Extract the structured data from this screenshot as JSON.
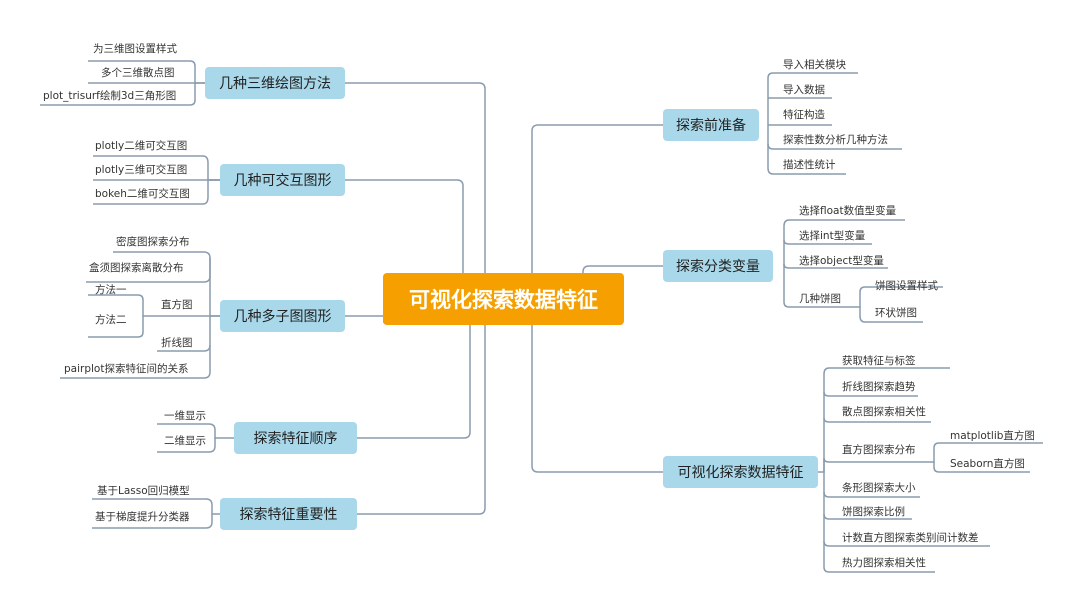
{
  "center": "可视化探索数据特征",
  "left_branches": [
    {
      "label": "几种三维绘图方法",
      "items": [
        "为三维图设置样式",
        "多个三维散点图",
        "plot_trisurf绘制3d三角形图"
      ]
    },
    {
      "label": "几种可交互图形",
      "items": [
        "plotly二维可交互图",
        "plotly三维可交互图",
        "bokeh二维可交互图"
      ]
    },
    {
      "label": "几种多子图图形",
      "items": [
        "密度图探索分布",
        "盒须图探索离散分布",
        "直方图",
        "折线图",
        "pairplot探索特征间的关系"
      ],
      "sub_items": [
        "方法一",
        "方法二"
      ]
    },
    {
      "label": "探索特征顺序",
      "items": [
        "一维显示",
        "二维显示"
      ]
    },
    {
      "label": "探索特征重要性",
      "items": [
        "基于Lasso回归模型",
        "基于梯度提升分类器"
      ]
    }
  ],
  "right_branches": [
    {
      "label": "探索前准备",
      "items": [
        "导入相关模块",
        "导入数据",
        "特征构造",
        "探索性数分析几种方法",
        "描述性统计"
      ]
    },
    {
      "label": "探索分类变量",
      "items": [
        "选择float数值型变量",
        "选择int型变量",
        "选择object型变量",
        "几种饼图"
      ],
      "sub_items": [
        "饼图设置样式",
        "环状饼图"
      ]
    },
    {
      "label": "可视化探索数据特征",
      "items": [
        "获取特征与标签",
        "折线图探索趋势",
        "散点图探索相关性",
        "直方图探索分布",
        "条形图探索大小",
        "饼图探索比例",
        "计数直方图探索类别间计数差",
        "热力图探索相关性"
      ],
      "sub_items": [
        "matplotlib直方图",
        "Seaborn直方图"
      ]
    }
  ],
  "colors": {
    "center": "#f5a000",
    "main_node": "#a8d8ea",
    "line": "#8a9bae"
  }
}
